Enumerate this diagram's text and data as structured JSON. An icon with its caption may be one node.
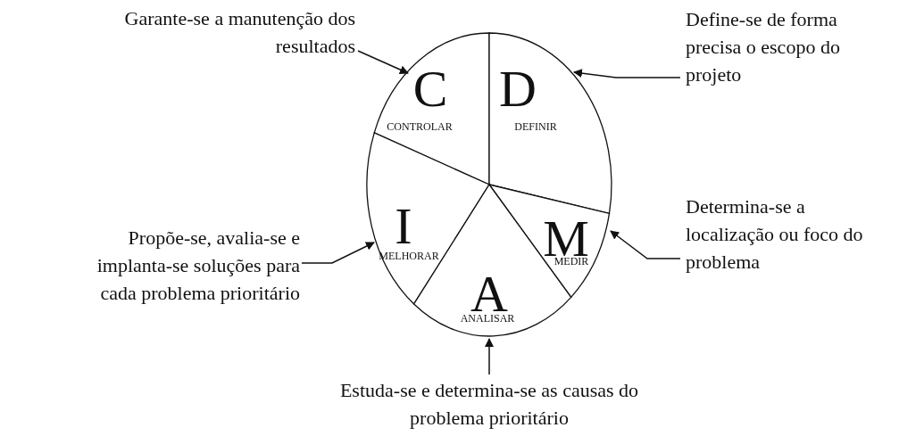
{
  "diagram": {
    "nodes": [
      {
        "text": [
          "Garante-se a manutenção dos resultados"
        ]
      },
      {
        "text": [
          "C",
          "CONTROLAR"
        ]
      },
      {
        "text": [
          "D",
          "DEFINIR"
        ]
      },
      {
        "text": [
          "Define-se de forma precisa o escopo do projeto"
        ]
      },
      {
        "text": [
          "I",
          "MELHORAR"
        ]
      },
      {
        "text": [
          "M",
          "MEDIR"
        ]
      },
      {
        "text": [
          "Determina-se a localização ou foco do problema"
        ]
      },
      {
        "text": [
          "Propõe-se, avalia-se e implanta-se soluções para cada problema prioritário"
        ]
      },
      {
        "text": [
          "A",
          "ANALISAR"
        ]
      },
      {
        "text": [
          "Estuda-se e determina-se as causas do problema prioritário"
        ]
      }
    ],
    "edges": [
      {
        "from": 0,
        "to": 1,
        "arrow": "to"
      },
      {
        "from": 3,
        "to": 2,
        "arrow": "to"
      },
      {
        "from": 6,
        "to": 5,
        "arrow": "to"
      },
      {
        "from": 7,
        "to": 4,
        "arrow": "to"
      },
      {
        "from": 9,
        "to": 8,
        "arrow": "to"
      }
    ]
  }
}
